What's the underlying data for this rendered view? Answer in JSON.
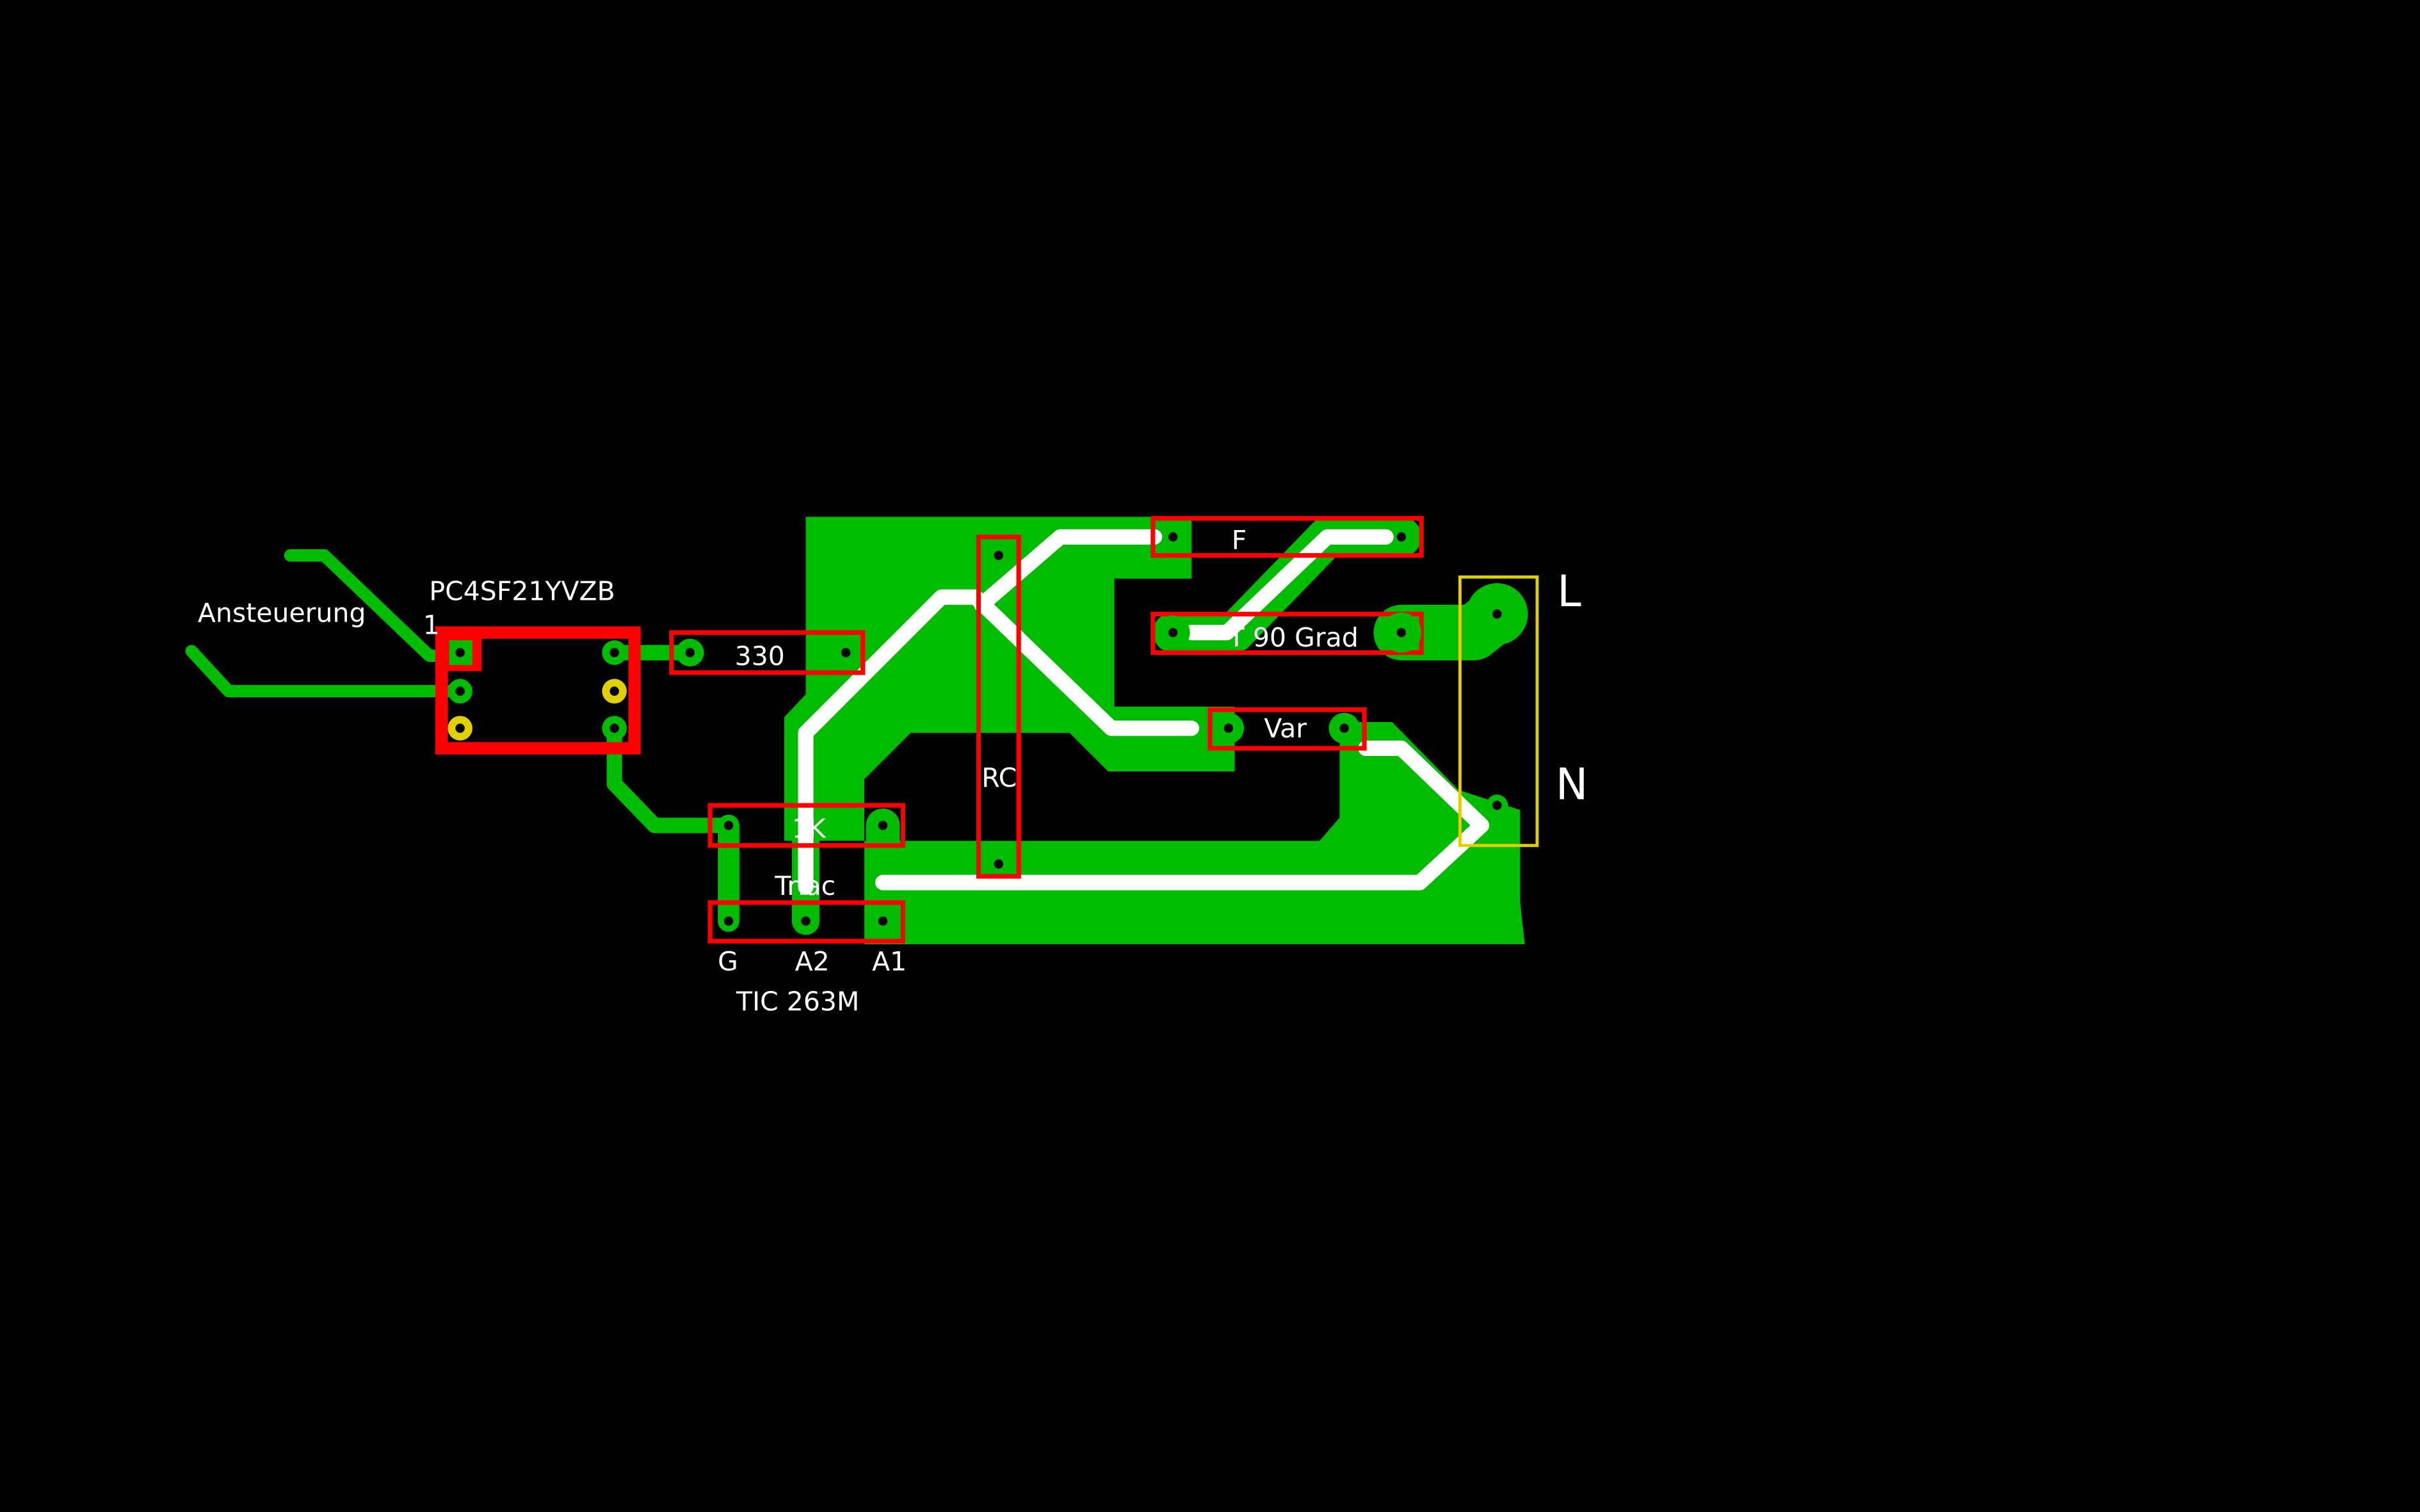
{
  "labels": {
    "control": "Ansteuerung",
    "optocoupler": "PC4SF21YVZB",
    "pin1": "1",
    "resistor_330": "330",
    "resistor_1k": "1K",
    "triac": "Triac",
    "pin_g": "G",
    "pin_a2": "A2",
    "pin_a1": "A1",
    "triac_part": "TIC 263M",
    "rc": "RC",
    "fuse": "F",
    "thermal": "T 90 Grad",
    "var": "Var",
    "line": "L",
    "neutral": "N"
  },
  "colors": {
    "background": "#000000",
    "copper_bottom": "#00bb00",
    "copper_top": "#ffffff",
    "silkscreen": "#ff0000",
    "connector": "#e0d000",
    "via": "#e0d000"
  }
}
